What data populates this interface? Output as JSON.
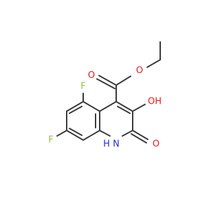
{
  "colors": {
    "bond": "#3a3a3a",
    "oxygen": "#e8191e",
    "fluorine": "#8fc24a",
    "nitrogen": "#2a2ad6",
    "background": "#ffffff"
  },
  "atoms": {
    "ester_o_carbonyl": "O",
    "ester_o_ether": "O",
    "hydroxyl": "OH",
    "lactam_o": "O",
    "nh": "H",
    "nh_n": "N",
    "f5": "F",
    "f7": "F"
  }
}
